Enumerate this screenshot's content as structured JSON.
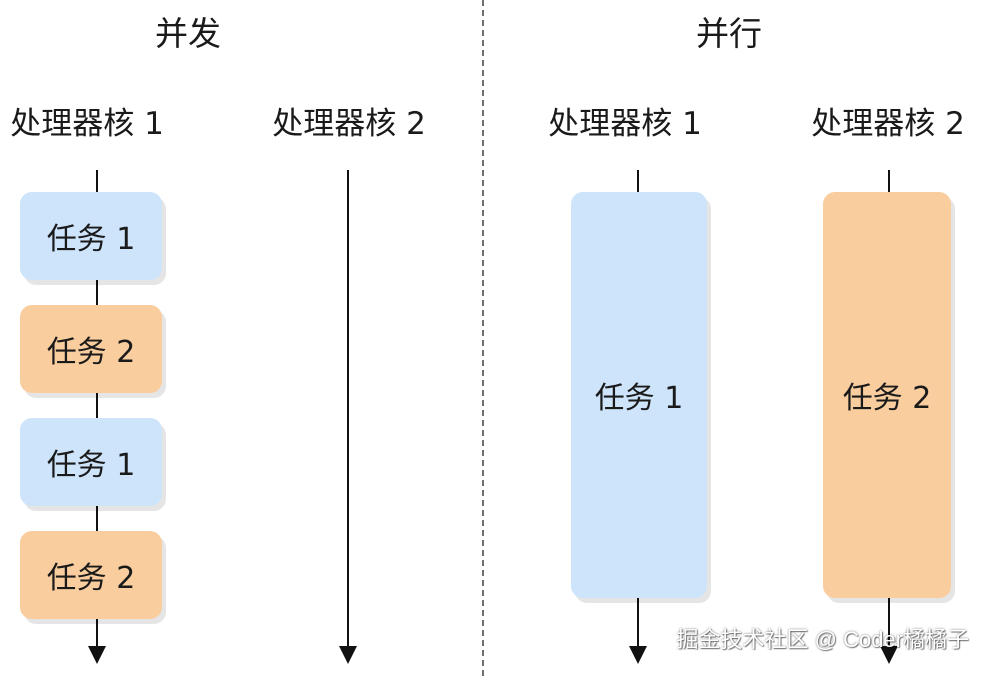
{
  "concurrency": {
    "title": "并发",
    "core1_label": "处理器核 1",
    "core2_label": "处理器核 2",
    "tasks": [
      "任务 1",
      "任务 2",
      "任务 1",
      "任务 2"
    ]
  },
  "parallelism": {
    "title": "并行",
    "core1_label": "处理器核 1",
    "core2_label": "处理器核 2",
    "tasks": [
      "任务 1",
      "任务 2"
    ]
  },
  "colors": {
    "task1": "#cde4fb",
    "task2": "#f9cd9e",
    "line": "#111111",
    "divider": "#6e6e6e"
  },
  "watermark": "掘金技术社区 @ Coder橘橘子"
}
